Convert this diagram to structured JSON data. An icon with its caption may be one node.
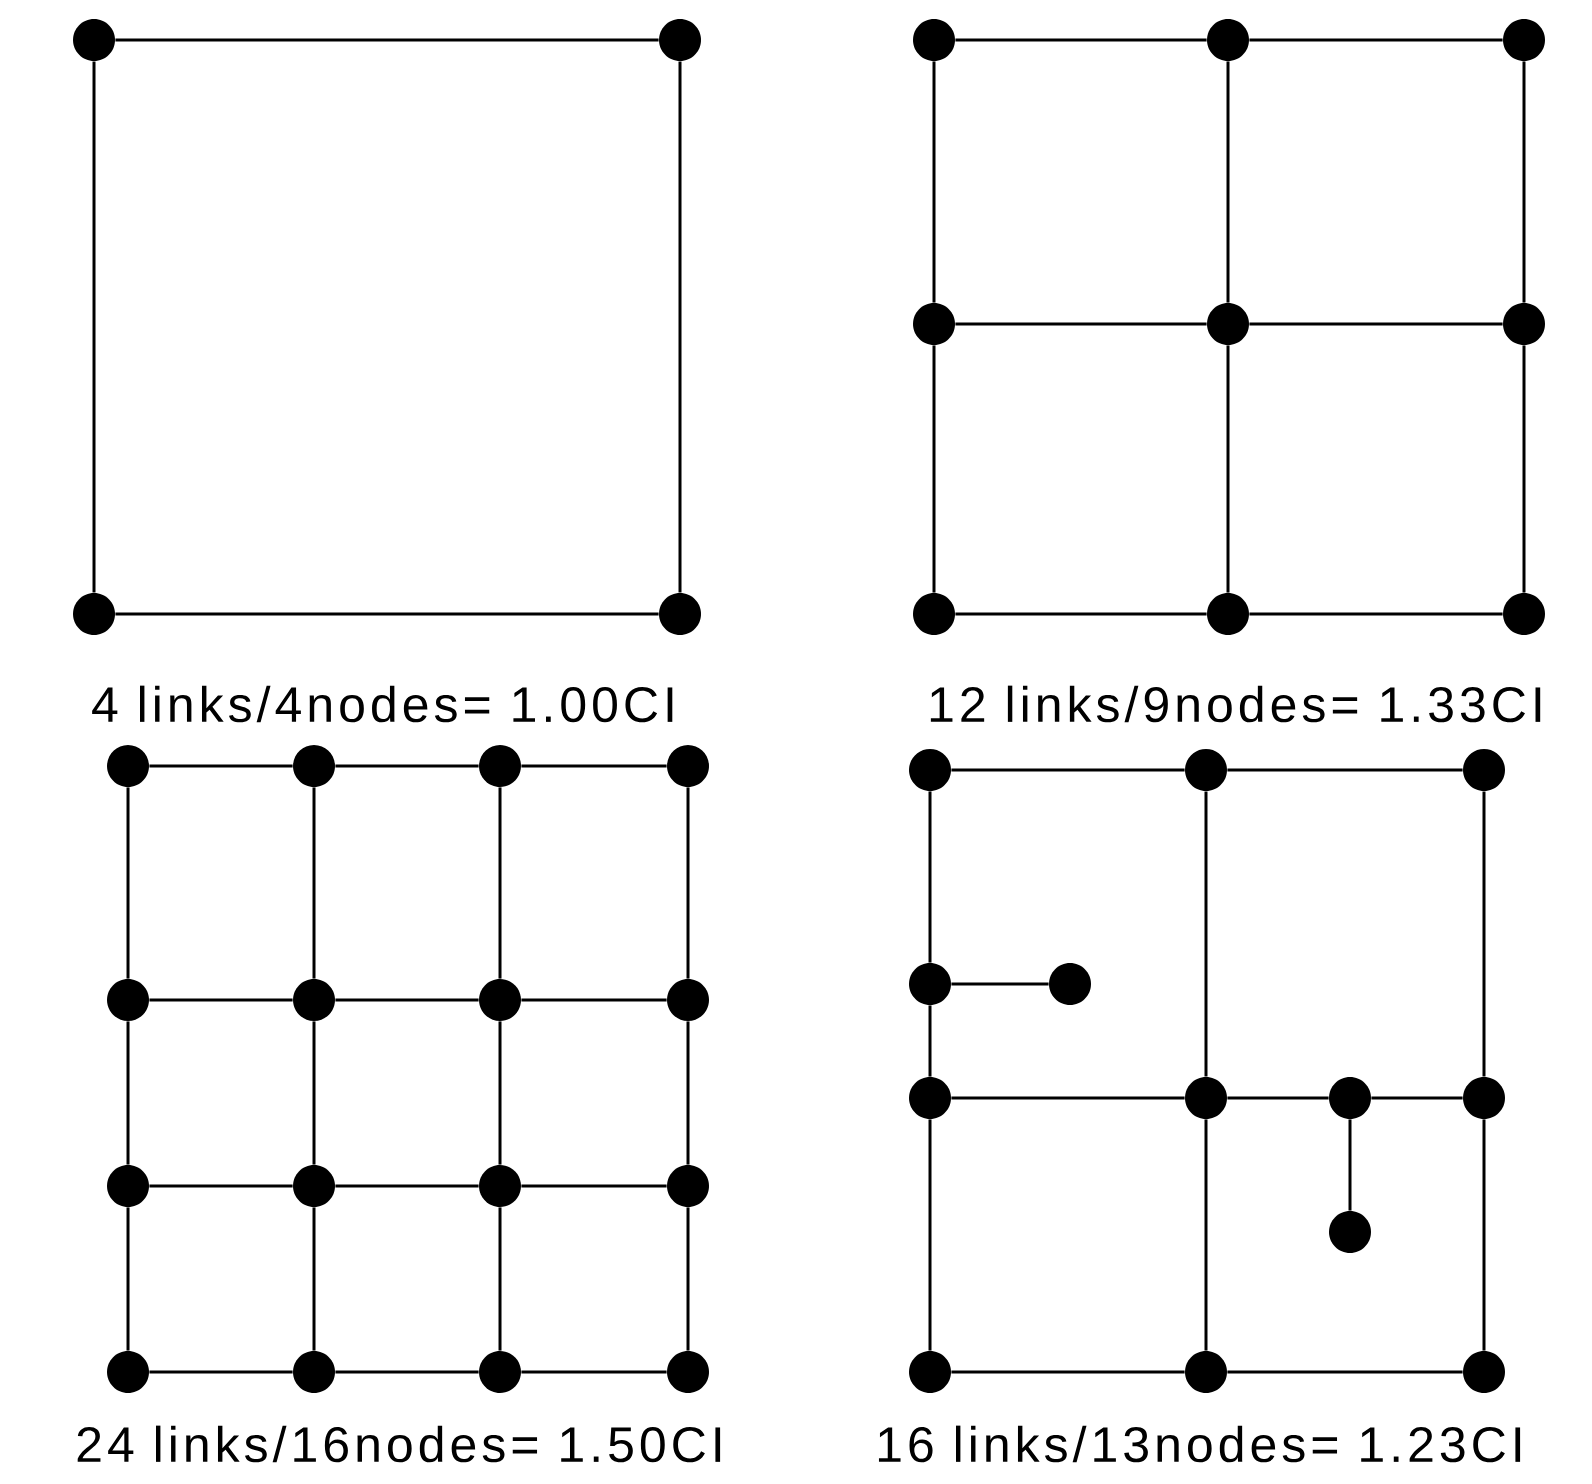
{
  "diagram": {
    "nodes": [
      {
        "text": [],
        "shape": "circle"
      },
      {
        "text": [],
        "shape": "circle"
      },
      {
        "text": [],
        "shape": "circle"
      },
      {
        "text": [],
        "shape": "circle"
      },
      {
        "text": [],
        "shape": "circle"
      },
      {
        "text": [],
        "shape": "circle"
      },
      {
        "text": [],
        "shape": "circle"
      },
      {
        "text": [],
        "shape": "circle"
      },
      {
        "text": [],
        "shape": "circle"
      },
      {
        "text": [],
        "shape": "circle"
      },
      {
        "text": [],
        "shape": "circle"
      },
      {
        "text": [],
        "shape": "circle"
      },
      {
        "text": [],
        "shape": "circle"
      },
      {
        "text": [],
        "shape": "circle"
      },
      {
        "text": [],
        "shape": "circle"
      },
      {
        "text": [],
        "shape": "circle"
      },
      {
        "text": [],
        "shape": "circle"
      },
      {
        "text": [],
        "shape": "circle"
      },
      {
        "text": [],
        "shape": "circle"
      },
      {
        "text": [],
        "shape": "circle"
      },
      {
        "text": [],
        "shape": "circle"
      },
      {
        "text": [],
        "shape": "circle"
      },
      {
        "text": [],
        "shape": "circle"
      },
      {
        "text": [],
        "shape": "circle"
      },
      {
        "text": [],
        "shape": "circle"
      },
      {
        "text": [],
        "shape": "circle"
      },
      {
        "text": [],
        "shape": "circle"
      },
      {
        "text": [],
        "shape": "circle"
      },
      {
        "text": [],
        "shape": "circle"
      },
      {
        "text": [],
        "shape": "circle"
      },
      {
        "text": [],
        "shape": "circle"
      },
      {
        "text": [],
        "shape": "circle"
      },
      {
        "text": [],
        "shape": "circle"
      },
      {
        "text": [],
        "shape": "circle"
      },
      {
        "text": [],
        "shape": "circle"
      },
      {
        "text": [],
        "shape": "circle"
      },
      {
        "text": [],
        "shape": "circle"
      },
      {
        "text": [],
        "shape": "circle"
      },
      {
        "text": [],
        "shape": "circle"
      },
      {
        "text": [],
        "shape": "circle"
      },
      {
        "text": [],
        "shape": "circle"
      },
      {
        "text": [],
        "shape": "circle"
      }
    ],
    "edges": [
      {
        "from": 0,
        "to": 1,
        "arrow": "none"
      },
      {
        "from": 0,
        "to": 2,
        "arrow": "none"
      },
      {
        "from": 1,
        "to": 3,
        "arrow": "none"
      },
      {
        "from": 2,
        "to": 3,
        "arrow": "none"
      },
      {
        "from": 4,
        "to": 5,
        "arrow": "none"
      },
      {
        "from": 5,
        "to": 6,
        "arrow": "none"
      },
      {
        "from": 7,
        "to": 8,
        "arrow": "none"
      },
      {
        "from": 8,
        "to": 9,
        "arrow": "none"
      },
      {
        "from": 10,
        "to": 11,
        "arrow": "none"
      },
      {
        "from": 11,
        "to": 12,
        "arrow": "none"
      },
      {
        "from": 4,
        "to": 7,
        "arrow": "none"
      },
      {
        "from": 7,
        "to": 10,
        "arrow": "none"
      },
      {
        "from": 5,
        "to": 8,
        "arrow": "none"
      },
      {
        "from": 8,
        "to": 11,
        "arrow": "none"
      },
      {
        "from": 6,
        "to": 9,
        "arrow": "none"
      },
      {
        "from": 9,
        "to": 12,
        "arrow": "none"
      },
      {
        "from": 13,
        "to": 14,
        "arrow": "none"
      },
      {
        "from": 14,
        "to": 15,
        "arrow": "none"
      },
      {
        "from": 15,
        "to": 16,
        "arrow": "none"
      },
      {
        "from": 17,
        "to": 18,
        "arrow": "none"
      },
      {
        "from": 18,
        "to": 19,
        "arrow": "none"
      },
      {
        "from": 19,
        "to": 20,
        "arrow": "none"
      },
      {
        "from": 21,
        "to": 22,
        "arrow": "none"
      },
      {
        "from": 22,
        "to": 23,
        "arrow": "none"
      },
      {
        "from": 23,
        "to": 24,
        "arrow": "none"
      },
      {
        "from": 25,
        "to": 26,
        "arrow": "none"
      },
      {
        "from": 26,
        "to": 27,
        "arrow": "none"
      },
      {
        "from": 27,
        "to": 28,
        "arrow": "none"
      },
      {
        "from": 13,
        "to": 17,
        "arrow": "none"
      },
      {
        "from": 17,
        "to": 21,
        "arrow": "none"
      },
      {
        "from": 21,
        "to": 25,
        "arrow": "none"
      },
      {
        "from": 14,
        "to": 18,
        "arrow": "none"
      },
      {
        "from": 18,
        "to": 22,
        "arrow": "none"
      },
      {
        "from": 22,
        "to": 26,
        "arrow": "none"
      },
      {
        "from": 15,
        "to": 19,
        "arrow": "none"
      },
      {
        "from": 19,
        "to": 23,
        "arrow": "none"
      },
      {
        "from": 23,
        "to": 27,
        "arrow": "none"
      },
      {
        "from": 16,
        "to": 20,
        "arrow": "none"
      },
      {
        "from": 20,
        "to": 24,
        "arrow": "none"
      },
      {
        "from": 24,
        "to": 28,
        "arrow": "none"
      },
      {
        "from": 29,
        "to": 30,
        "arrow": "none"
      },
      {
        "from": 30,
        "to": 31,
        "arrow": "none"
      },
      {
        "from": 29,
        "to": 32,
        "arrow": "none"
      },
      {
        "from": 32,
        "to": 34,
        "arrow": "none"
      },
      {
        "from": 34,
        "to": 39,
        "arrow": "none"
      },
      {
        "from": 32,
        "to": 33,
        "arrow": "none"
      },
      {
        "from": 34,
        "to": 35,
        "arrow": "none"
      },
      {
        "from": 35,
        "to": 36,
        "arrow": "none"
      },
      {
        "from": 36,
        "to": 37,
        "arrow": "none"
      },
      {
        "from": 30,
        "to": 35,
        "arrow": "none"
      },
      {
        "from": 35,
        "to": 40,
        "arrow": "none"
      },
      {
        "from": 31,
        "to": 37,
        "arrow": "none"
      },
      {
        "from": 37,
        "to": 41,
        "arrow": "none"
      },
      {
        "from": 36,
        "to": 38,
        "arrow": "none"
      },
      {
        "from": 39,
        "to": 40,
        "arrow": "none"
      },
      {
        "from": 40,
        "to": 41,
        "arrow": "none"
      }
    ],
    "labels": [
      "4 links/4nodes= 1.00CI",
      "12 links/9nodes= 1.33CI",
      "24 links/16nodes= 1.50CI",
      "16 links/13nodes= 1.23CI"
    ]
  }
}
